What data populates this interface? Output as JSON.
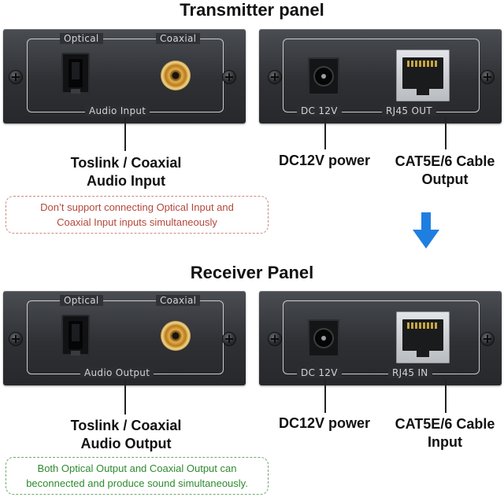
{
  "transmitter": {
    "title": "Transmitter panel",
    "audio_panel": {
      "label_optical": "Optical",
      "label_coaxial": "Coaxial",
      "label_bottom": "Audio Input"
    },
    "network_panel": {
      "label_dc": "DC 12V",
      "label_rj45": "RJ45 OUT"
    },
    "captions": {
      "audio_line1": "Toslink / Coaxial",
      "audio_line2": "Audio Input",
      "power": "DC12V power",
      "cable_line1": "CAT5E/6 Cable",
      "cable_line2": "Output"
    },
    "note": {
      "line1": "Don’t support connecting Optical Input and",
      "line2": "Coaxial Input inputs simultaneously",
      "color": "#b4473a"
    }
  },
  "receiver": {
    "title": "Receiver Panel",
    "audio_panel": {
      "label_optical": "Optical",
      "label_coaxial": "Coaxial",
      "label_bottom": "Audio Output"
    },
    "network_panel": {
      "label_dc": "DC 12V",
      "label_rj45": "RJ45 IN"
    },
    "captions": {
      "audio_line1": "Toslink / Coaxial",
      "audio_line2": "Audio Output",
      "power": "DC12V power",
      "cable_line1": "CAT5E/6 Cable",
      "cable_line2": "Input"
    },
    "note": {
      "line1": "Both Optical Output and Coaxial Output can",
      "line2": "beconnected and produce sound simultaneously.",
      "color": "#2e8a2e"
    }
  },
  "arrow": {
    "icon": "arrow-down-icon",
    "color": "#1f7fe0"
  }
}
